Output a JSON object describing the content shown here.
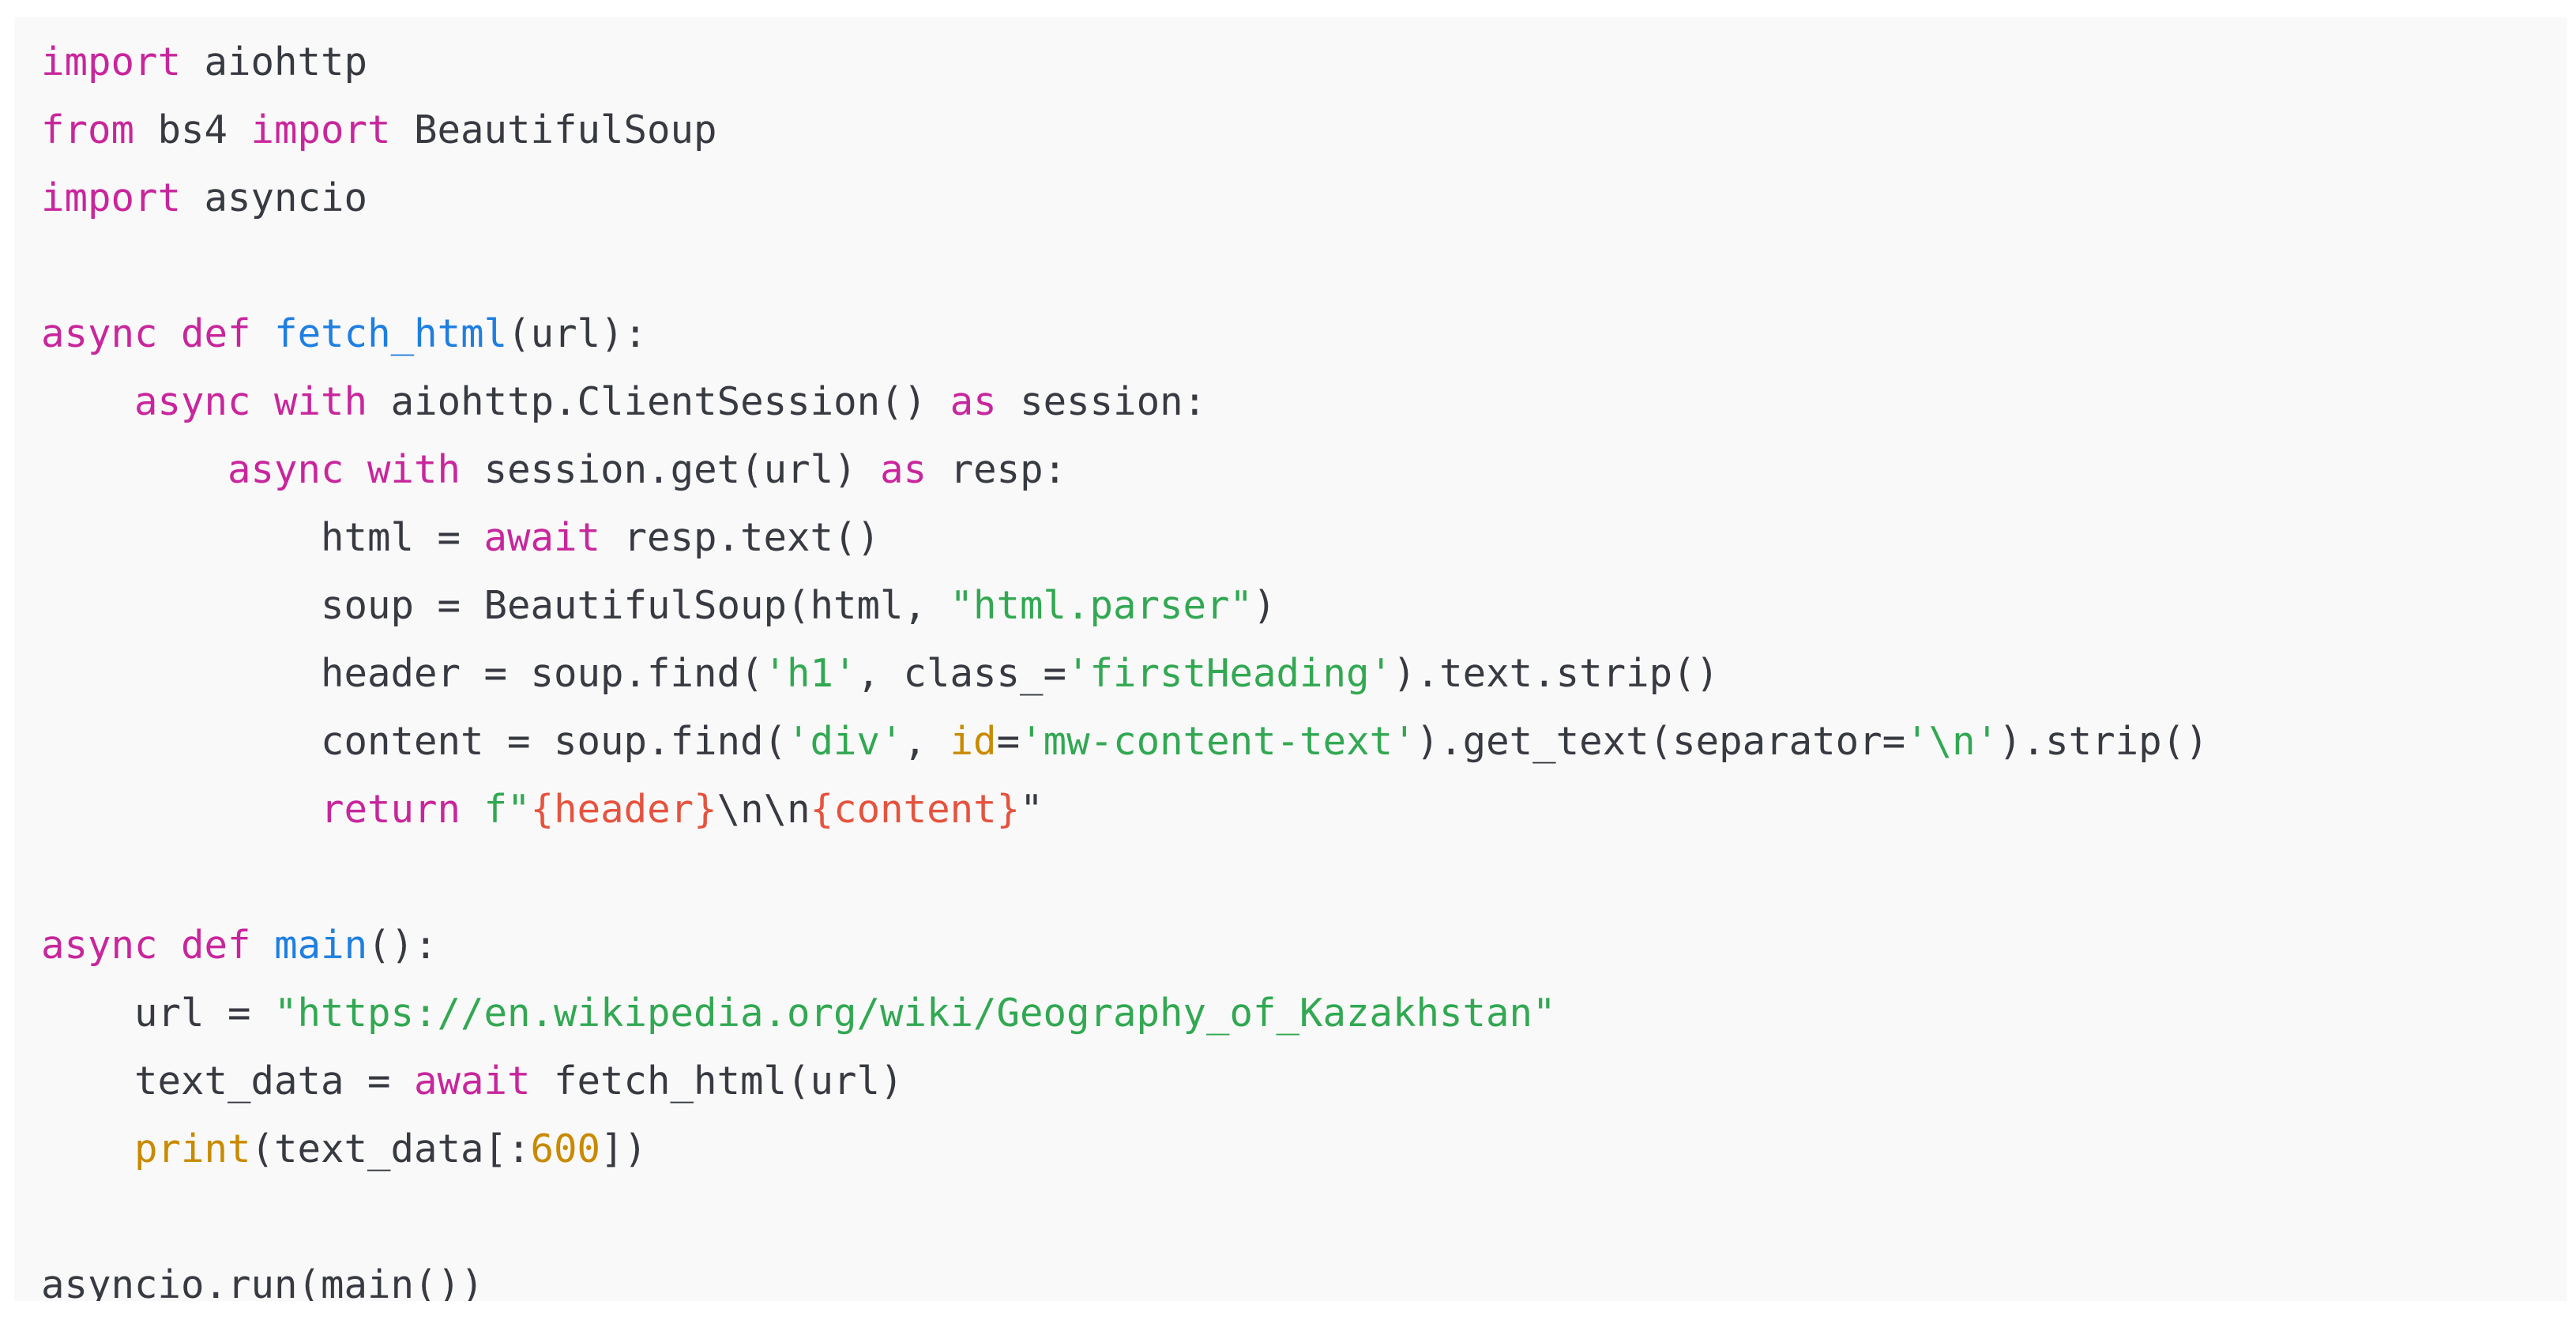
{
  "editor": {
    "language": "python",
    "colors": {
      "background": "#f9f9f9",
      "plain": "#383a42",
      "keyword": "#c8269c",
      "function": "#1f7fe0",
      "string": "#32a852",
      "builtin": "#c98a00",
      "number": "#c98a00",
      "interpolation": "#e5533f"
    },
    "lines": [
      [
        [
          "k",
          "import"
        ],
        [
          "p",
          " aiohttp"
        ]
      ],
      [
        [
          "k",
          "from"
        ],
        [
          "p",
          " bs4 "
        ],
        [
          "k",
          "import"
        ],
        [
          "p",
          " BeautifulSoup"
        ]
      ],
      [
        [
          "k",
          "import"
        ],
        [
          "p",
          " asyncio"
        ]
      ],
      [],
      [
        [
          "k",
          "async"
        ],
        [
          "p",
          " "
        ],
        [
          "k",
          "def"
        ],
        [
          "p",
          " "
        ],
        [
          "fn",
          "fetch_html"
        ],
        [
          "p",
          "(url):"
        ]
      ],
      [
        [
          "p",
          "    "
        ],
        [
          "k",
          "async"
        ],
        [
          "p",
          " "
        ],
        [
          "k",
          "with"
        ],
        [
          "p",
          " aiohttp.ClientSession() "
        ],
        [
          "k",
          "as"
        ],
        [
          "p",
          " session:"
        ]
      ],
      [
        [
          "p",
          "        "
        ],
        [
          "k",
          "async"
        ],
        [
          "p",
          " "
        ],
        [
          "k",
          "with"
        ],
        [
          "p",
          " session.get(url) "
        ],
        [
          "k",
          "as"
        ],
        [
          "p",
          " resp:"
        ]
      ],
      [
        [
          "p",
          "            html = "
        ],
        [
          "k",
          "await"
        ],
        [
          "p",
          " resp.text()"
        ]
      ],
      [
        [
          "p",
          "            soup = BeautifulSoup(html, "
        ],
        [
          "s",
          "\"html.parser\""
        ],
        [
          "p",
          ")"
        ]
      ],
      [
        [
          "p",
          "            header = soup.find("
        ],
        [
          "s",
          "'h1'"
        ],
        [
          "p",
          ", class_="
        ],
        [
          "s",
          "'firstHeading'"
        ],
        [
          "p",
          ").text.strip()"
        ]
      ],
      [
        [
          "p",
          "            content = soup.find("
        ],
        [
          "s",
          "'div'"
        ],
        [
          "p",
          ", "
        ],
        [
          "b",
          "id"
        ],
        [
          "p",
          "="
        ],
        [
          "s",
          "'mw-content-text'"
        ],
        [
          "p",
          ").get_text(separator="
        ],
        [
          "s",
          "'\\n'"
        ],
        [
          "p",
          ").strip()"
        ]
      ],
      [
        [
          "p",
          "            "
        ],
        [
          "k",
          "return"
        ],
        [
          "p",
          " "
        ],
        [
          "s",
          "f\""
        ],
        [
          "i",
          "{header}"
        ],
        [
          "p",
          "\\n\\n"
        ],
        [
          "i",
          "{content}"
        ],
        [
          "p",
          "\""
        ]
      ],
      [],
      [
        [
          "k",
          "async"
        ],
        [
          "p",
          " "
        ],
        [
          "k",
          "def"
        ],
        [
          "p",
          " "
        ],
        [
          "fn",
          "main"
        ],
        [
          "p",
          "():"
        ]
      ],
      [
        [
          "p",
          "    url = "
        ],
        [
          "s",
          "\"https://en.wikipedia.org/wiki/Geography_of_Kazakhstan\""
        ]
      ],
      [
        [
          "p",
          "    text_data = "
        ],
        [
          "k",
          "await"
        ],
        [
          "p",
          " fetch_html(url)"
        ]
      ],
      [
        [
          "p",
          "    "
        ],
        [
          "b",
          "print"
        ],
        [
          "p",
          "(text_data[:"
        ],
        [
          "n",
          "600"
        ],
        [
          "p",
          "])"
        ]
      ],
      [],
      [
        [
          "p",
          "asyncio.run(main())"
        ]
      ]
    ]
  }
}
